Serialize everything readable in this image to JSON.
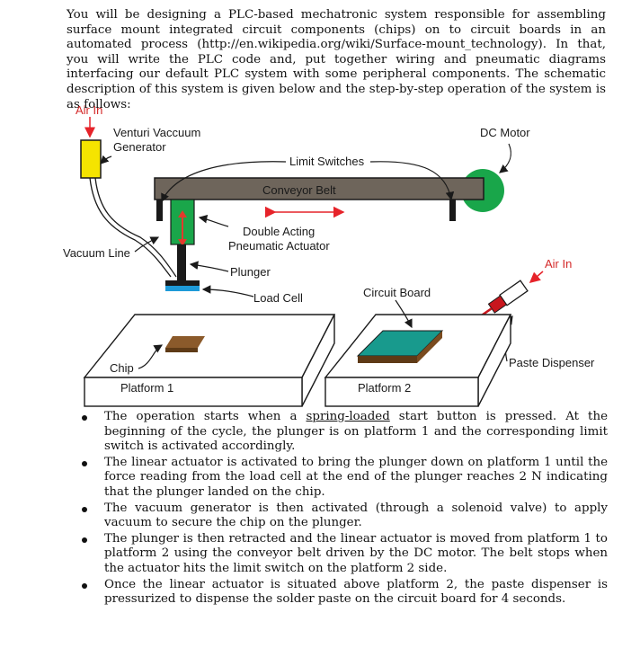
{
  "intro": "You will be designing a PLC-based mechatronic system responsible for assembling surface mount integrated circuit components (chips) on to circuit boards in an automated process (http://en.wikipedia.org/wiki/Surface-mount_technology). In that, you will write the PLC code and, put together wiring and pneumatic diagrams interfacing our default PLC system with some peripheral components. The schematic description of this system is given below and the step-by-step operation of the system is as follows:",
  "diagram": {
    "air_in_left": "Air In",
    "venturi_line1": "Venturi Vaccuum",
    "venturi_line2": "Generator",
    "limit_switches": "Limit Switches",
    "dc_motor": "DC Motor",
    "conveyor_belt": "Conveyor Belt",
    "actuator_line1": "Double Acting",
    "actuator_line2": "Pneumatic Actuator",
    "vacuum_line": "Vacuum Line",
    "plunger": "Plunger",
    "air_in_right": "Air In",
    "load_cell": "Load Cell",
    "circuit_board": "Circuit Board",
    "chip": "Chip",
    "paste_dispenser": "Paste Dispenser",
    "platform1": "Platform 1",
    "platform2": "Platform 2"
  },
  "steps": {
    "s1_a": "The operation starts when a ",
    "s1_u": "spring-loaded",
    "s1_b": " start button is pressed. At the beginning of the cycle, the plunger is on platform 1 and the corresponding limit switch is activated accordingly.",
    "s2": "The linear actuator is activated to bring the plunger down on platform 1 until the force reading from the load cell at the end of the plunger reaches 2 N indicating that the plunger landed on the chip.",
    "s3": "The vacuum generator is then activated (through a solenoid valve) to apply vacuum to secure the chip on the plunger.",
    "s4": "The plunger is then retracted and the linear actuator is moved from platform 1 to platform 2 using the conveyor belt driven by the DC motor. The belt stops when the actuator hits the limit switch on the platform 2 side.",
    "s5": "Once the linear actuator is situated above platform 2, the paste dispenser is pressurized to dispense the solder paste on the circuit board for 4 seconds."
  },
  "colors": {
    "venturi": "#f5e400",
    "belt": "#6e655b",
    "motor": "#19a64a",
    "actuator": "#1aa64a",
    "actuator_rod": "#e33a2c",
    "load_cell": "#1e9ad8",
    "chip": "#8b5a2b",
    "board": "#189a8d",
    "arrow_red": "#e6232a"
  }
}
